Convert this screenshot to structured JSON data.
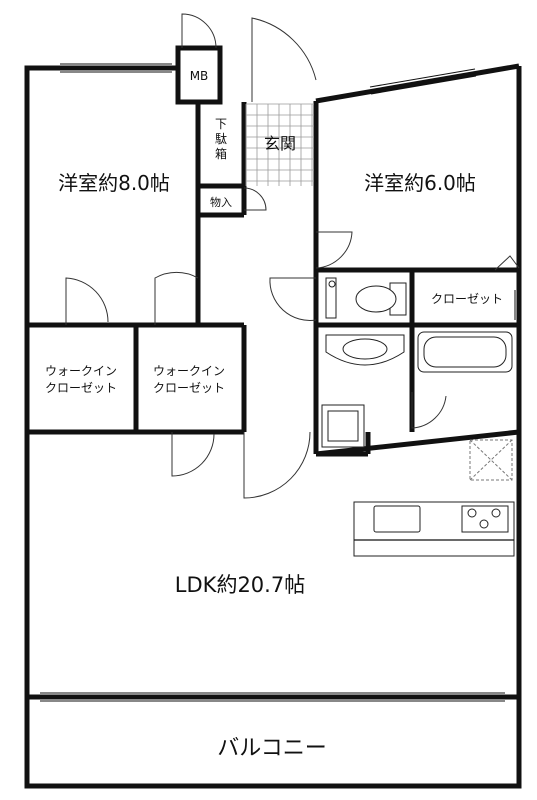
{
  "rooms": {
    "western_room_left": "洋室約8.0帖",
    "western_room_right": "洋室約6.0帖",
    "ldk": "LDK約20.7帖",
    "balcony": "バルコニー",
    "entrance": "玄関",
    "shoe_box": "下\n駄\n箱",
    "storage": "物入",
    "meter_box": "MB",
    "closet": "クローゼット",
    "walk_in_closet_1": "ウォークイン\nクローゼット",
    "walk_in_closet_2": "ウォークイン\nクローゼット"
  },
  "colors": {
    "wall": "#111111",
    "background": "#ffffff",
    "tile": "#9a9a9a"
  }
}
